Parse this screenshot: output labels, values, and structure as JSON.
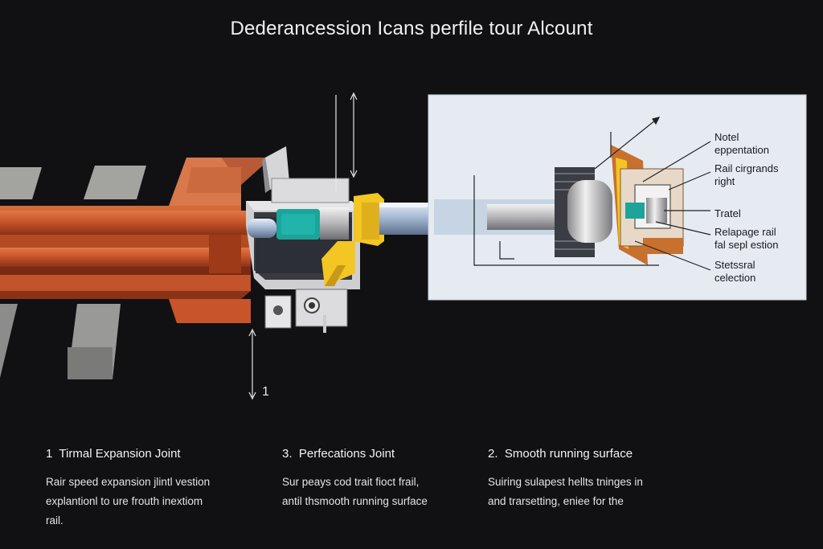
{
  "title": "Dederancession Icans perfile tour Alcount",
  "dimension_marks": {
    "top": "",
    "bottom": "1"
  },
  "inset": {
    "labels": [
      {
        "id": "notel",
        "lines": [
          "Notel",
          "eppentation"
        ]
      },
      {
        "id": "rail-cirgrands",
        "lines": [
          "Rail cirgrands",
          "right"
        ]
      },
      {
        "id": "tratel",
        "lines": [
          "Tratel"
        ]
      },
      {
        "id": "relapage",
        "lines": [
          "Relapage rail",
          "fal sepl estion"
        ]
      },
      {
        "id": "stetssral",
        "lines": [
          "Stetssral",
          "celection"
        ]
      }
    ]
  },
  "sections": [
    {
      "number": "1",
      "title": "Tirmal Expansion Joint",
      "body": [
        "Rair speed expansion jlintl vestion",
        "explantionl to ure frouth inextiom",
        "rail."
      ]
    },
    {
      "number": "3.",
      "title": "Perfecations Joint",
      "body": [
        "Sur peays cod trait fioct frail,",
        "antil thsmooth running surface"
      ]
    },
    {
      "number": "2.",
      "title": "Smooth running surface",
      "body": [
        "Suiring sulapest hellts tninges in",
        "and  trarsetting, eniee for the"
      ]
    }
  ],
  "colors": {
    "background": "#111114",
    "rail": "#c85a2c",
    "rail_dark": "#7a2a12",
    "sleeper": "#9a9a98",
    "housing": "#d8d8da",
    "inset_bg": "#e7edf3",
    "accent_yellow": "#f3c623",
    "accent_teal": "#1ea39a",
    "pipe": "#b7c7dc"
  }
}
